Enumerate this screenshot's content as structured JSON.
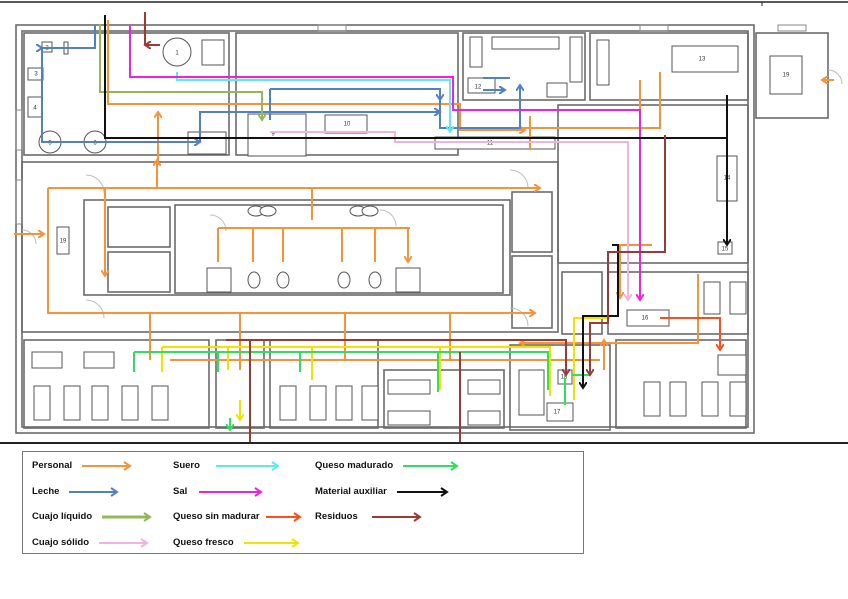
{
  "diagram": {
    "type": "floor-plan-flow-diagram",
    "equipment_labels": [
      "1",
      "2",
      "3",
      "4",
      "5",
      "6",
      "9",
      "10",
      "11",
      "12",
      "13",
      "14",
      "15",
      "16",
      "17",
      "18",
      "19"
    ]
  },
  "legend": {
    "items": [
      {
        "label": "Personal",
        "color": "#f7923a"
      },
      {
        "label": "Leche",
        "color": "#4f81c4"
      },
      {
        "label": "Cuajo líquido",
        "color": "#93b85a"
      },
      {
        "label": "Cuajo sólido",
        "color": "#f0b3e0"
      },
      {
        "label": "Suero",
        "color": "#5ee8f2"
      },
      {
        "label": "Sal",
        "color": "#f01fe6"
      },
      {
        "label": "Queso sin madurar",
        "color": "#ff4d1a"
      },
      {
        "label": "Queso fresco",
        "color": "#f2e200"
      },
      {
        "label": "Queso madurado",
        "color": "#2ee05a"
      },
      {
        "label": "Material auxiliar",
        "color": "#111111"
      },
      {
        "label": "Residuos",
        "color": "#9b3b38"
      }
    ]
  }
}
